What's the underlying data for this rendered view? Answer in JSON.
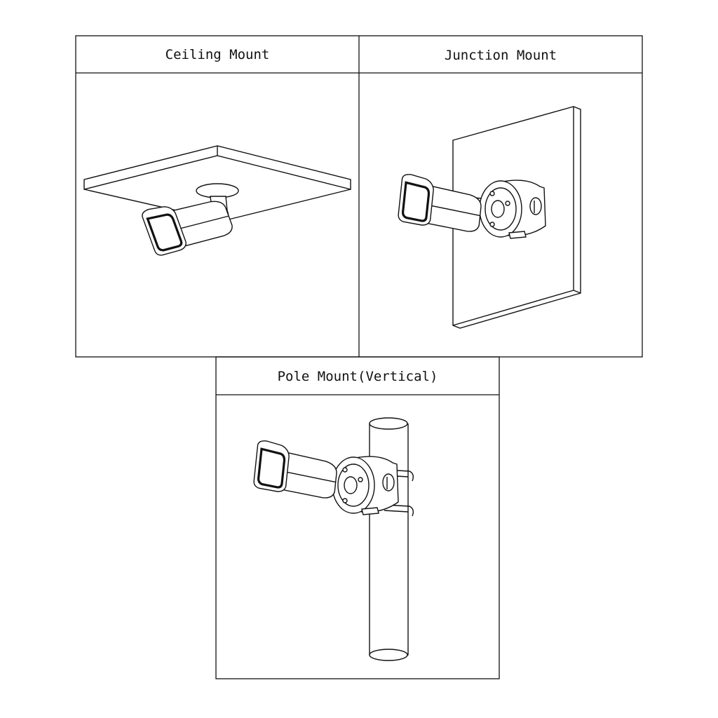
{
  "panels": [
    {
      "title": "Ceiling Mount"
    },
    {
      "title": "Junction Mount"
    },
    {
      "title": "Pole Mount(Vertical)"
    }
  ]
}
